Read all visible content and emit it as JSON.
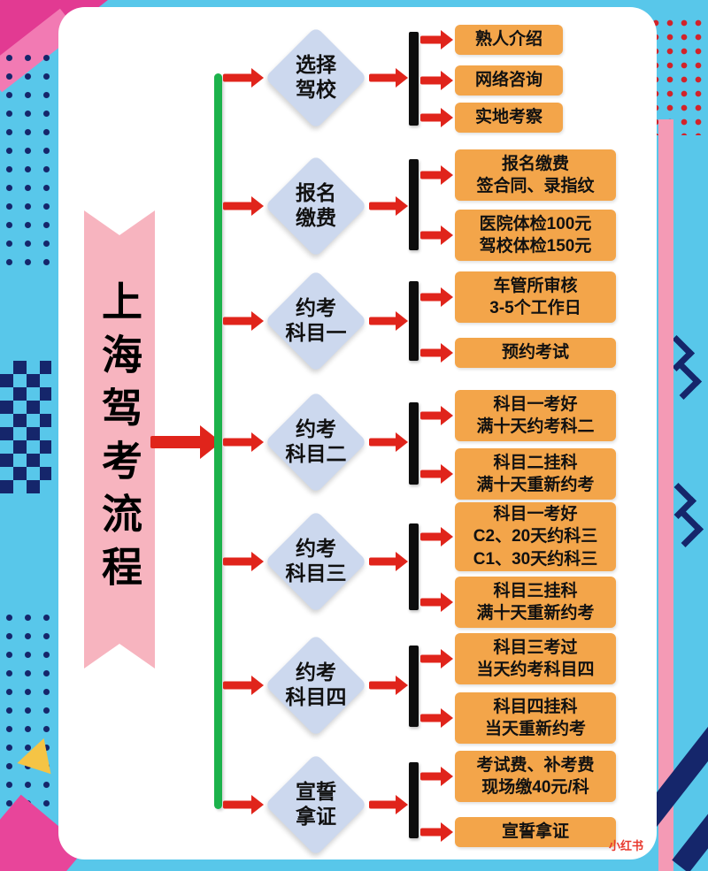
{
  "title": {
    "text": "上海驾考流程"
  },
  "watermark": {
    "text": "小红书"
  },
  "colors": {
    "background": "#58c7ea",
    "panel": "#ffffff",
    "ribbon_pink": "#f7b4bf",
    "arrow_red": "#e0241b",
    "spine_green": "#1cb24b",
    "diamond_blue": "#ccd8ee",
    "box_orange": "#f3a54a",
    "bar_black": "#0d0d0d",
    "decor_navy": "#15266b"
  },
  "stages": [
    {
      "label": "选择\n驾校",
      "items": [
        {
          "text": "熟人介绍"
        },
        {
          "text": "网络咨询"
        },
        {
          "text": "实地考察"
        }
      ]
    },
    {
      "label": "报名\n缴费",
      "items": [
        {
          "text": "报名缴费\n签合同、录指纹"
        },
        {
          "text": "医院体检100元\n驾校体检150元"
        }
      ]
    },
    {
      "label": "约考\n科目一",
      "items": [
        {
          "text": "车管所审核\n3-5个工作日"
        },
        {
          "text": "预约考试"
        }
      ]
    },
    {
      "label": "约考\n科目二",
      "items": [
        {
          "text": "科目一考好\n满十天约考科二"
        },
        {
          "text": "科目二挂科\n满十天重新约考"
        }
      ]
    },
    {
      "label": "约考\n科目三",
      "items": [
        {
          "text": "科目一考好\nC2、20天约科三\nC1、30天约科三"
        },
        {
          "text": "科目三挂科\n满十天重新约考"
        }
      ]
    },
    {
      "label": "约考\n科目四",
      "items": [
        {
          "text": "科目三考过\n当天约考科目四"
        },
        {
          "text": "科目四挂科\n当天重新约考"
        }
      ]
    },
    {
      "label": "宣誓\n拿证",
      "items": [
        {
          "text": "考试费、补考费\n现场缴40元/科"
        },
        {
          "text": "宣誓拿证"
        }
      ]
    }
  ]
}
